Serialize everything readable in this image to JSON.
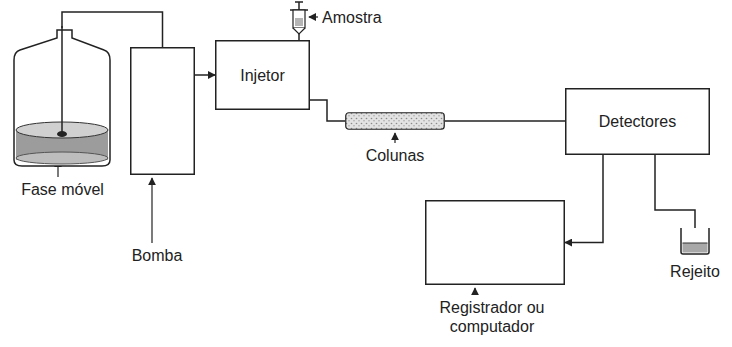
{
  "diagram": {
    "nodes": [
      {
        "text": [
          "Fase móvel"
        ]
      },
      {
        "text": [
          "Bomba"
        ]
      },
      {
        "text": [
          "Injetor"
        ]
      },
      {
        "text": [
          "Amostra"
        ]
      },
      {
        "text": [
          "Colunas"
        ]
      },
      {
        "text": [
          "Detectores"
        ]
      },
      {
        "text": [
          "Registrador ou computador"
        ]
      },
      {
        "text": [
          "Rejeito"
        ]
      }
    ],
    "edges": [
      {
        "from": 0,
        "to": 1,
        "arrow": "none"
      },
      {
        "from": 1,
        "to": 2,
        "arrow": "to"
      },
      {
        "from": 3,
        "to": 2,
        "arrow": "none"
      },
      {
        "from": 2,
        "to": 4,
        "arrow": "none"
      },
      {
        "from": 4,
        "to": 5,
        "arrow": "none"
      },
      {
        "from": 5,
        "to": 6,
        "arrow": "to"
      },
      {
        "from": 5,
        "to": 7,
        "arrow": "none"
      }
    ]
  }
}
